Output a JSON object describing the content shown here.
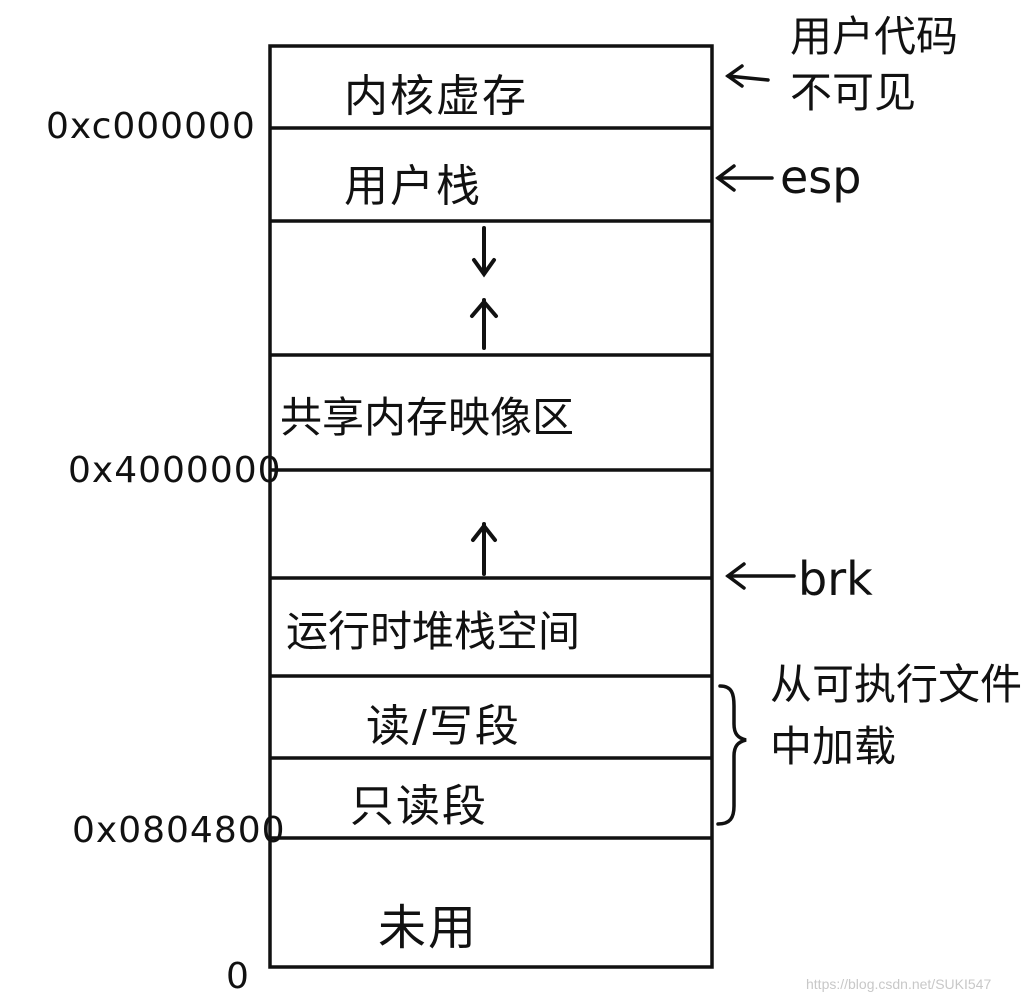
{
  "segments": [
    {
      "id": "kernel",
      "label": "内核虚存"
    },
    {
      "id": "user-stack",
      "label": "用户栈"
    },
    {
      "id": "gap-stack",
      "label": ""
    },
    {
      "id": "mmap",
      "label": "共享内存映像区"
    },
    {
      "id": "gap-heap",
      "label": ""
    },
    {
      "id": "heap",
      "label": "运行时堆栈空间"
    },
    {
      "id": "rw",
      "label": "读/写段"
    },
    {
      "id": "ro",
      "label": "只读段"
    },
    {
      "id": "unused",
      "label": "未用"
    }
  ],
  "addresses": {
    "kernel_base": "0xc000000",
    "mmap_base": "0x4000000",
    "text_base": "0x0804800",
    "zero": "0"
  },
  "annotations": {
    "kernel_note_line1": "用户代码",
    "kernel_note_line2": "不可见",
    "esp": "esp",
    "brk": "brk",
    "loaded_line1": "从可执行文件",
    "loaded_line2": "中加载"
  },
  "watermark": "https://blog.csdn.net/SUKI547"
}
